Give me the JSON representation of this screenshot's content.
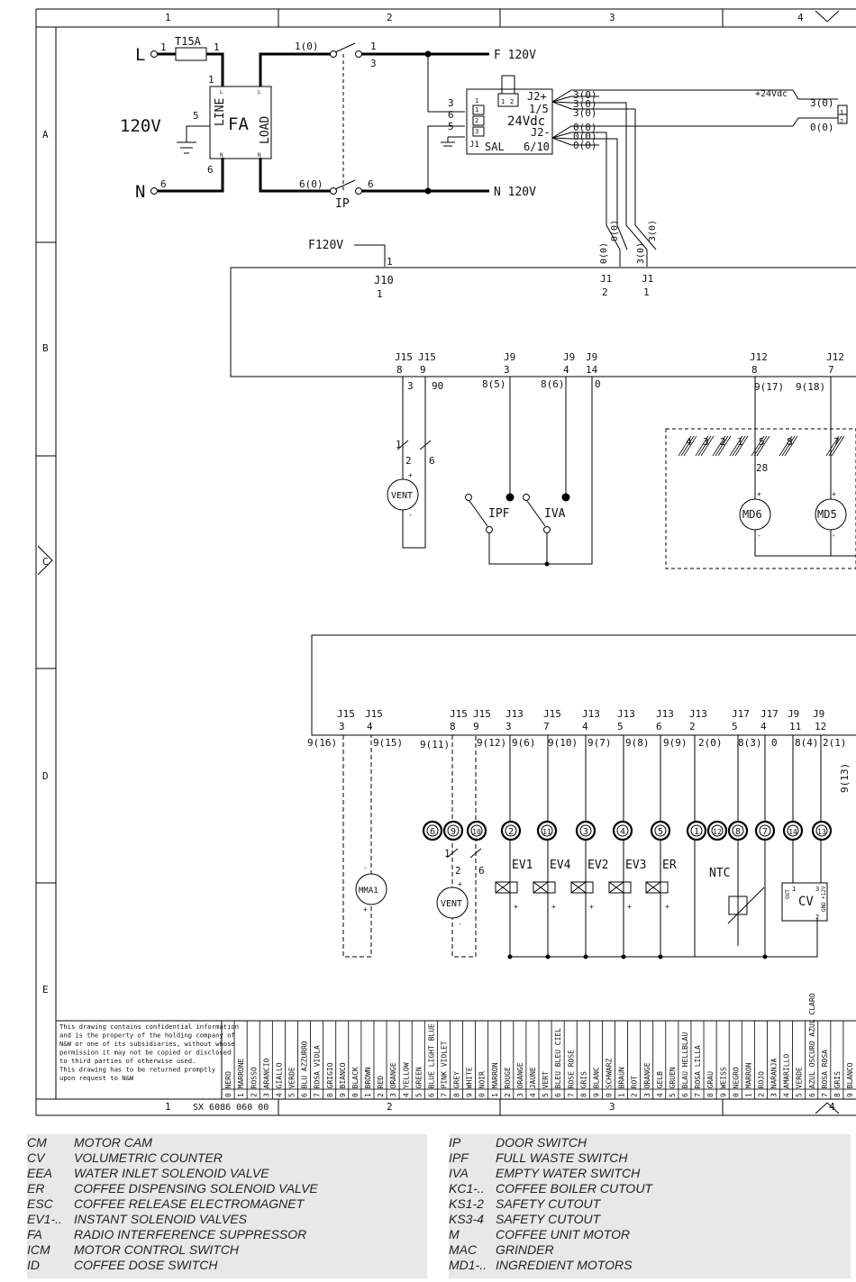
{
  "sheet": {
    "columns": [
      "1",
      "2",
      "3",
      "4"
    ],
    "rows": [
      "A",
      "B",
      "C",
      "D",
      "E"
    ],
    "footer_code": "SX 6086 060 00",
    "confidential_lines": [
      "This drawing contains confidential information",
      "and is the property of the holding company of",
      "N&W or one of its subsidiaries, without whose",
      "permission it may not be copied or disclosed",
      "to third parties of otherwise used.",
      "This drawing has to be returned promptly",
      "upon request to N&W"
    ],
    "color_codes": [
      "0 NERO",
      "1 MARRONE",
      "2 ROSSO",
      "3 ARANCIO",
      "4 GIALLO",
      "5 VERDE",
      "6 BLU AZZURRO",
      "7 ROSA VIOLA",
      "8 GRIGIO",
      "9 BIANCO",
      "0 BLACK",
      "1 BROWN",
      "2 RED",
      "3 ORANGE",
      "4 YELLOW",
      "5 GREEN",
      "6 BLUE LIGHT BLUE",
      "7 PINK VIOLET",
      "8 GREY",
      "9 WHITE",
      "0 NOIR",
      "1 MARRON",
      "2 ROUGE",
      "3 ORANGE",
      "4 JAUNE",
      "5 VERT",
      "6 BLEU BLEU CIEL",
      "7 ROSE ROSE",
      "8 GRIS",
      "9 BLANC",
      "0 SCHWARZ",
      "1 BRAUN",
      "2 ROT",
      "3 ORANGE",
      "4 GELB",
      "5 GRUEN",
      "6 BLAU HELLBLAU",
      "7 ROSA LILLA",
      "8 GRAU",
      "9 WEISS",
      "0 NEGRO",
      "1 MARRON",
      "2 ROJO",
      "3 NARANJA",
      "4 AMARILLO",
      "5 VERDE",
      "6 AZUL OSCURO AZUL CLARO",
      "7 ROSA ROSA",
      "8 GRIS",
      "9 BLANCO"
    ]
  },
  "labels": {
    "L": "L",
    "N": "N",
    "fuse": "T15A",
    "volt": "120V",
    "fa": "FA",
    "line": "LINE",
    "load": "LOAD",
    "f120": "F 120V",
    "n120": "N 120V",
    "ip": "IP",
    "f120v": "F120V",
    "j2p": "J2+",
    "j15a": "1/5",
    "vdc": "24Vdc",
    "j2m": "J2-",
    "j610": "6/10",
    "sal": "SAL",
    "j1": "J1",
    "plus24": "+24Vdc",
    "j10": "J10",
    "vent": "VENT",
    "ipf": "IPF",
    "iva": "IVA",
    "md6": "MD6",
    "md5": "MD5",
    "mma1": "MMA1",
    "ev1": "EV1",
    "ev4": "EV4",
    "ev2": "EV2",
    "ev3": "EV3",
    "er": "ER",
    "ntc": "NTC",
    "cv": "CV",
    "cv_out": "OUT",
    "cv_gnd": "GND",
    "cv_12v": "+12V"
  },
  "legend_left": [
    {
      "code": "CM",
      "desc": "MOTOR CAM"
    },
    {
      "code": "CV",
      "desc": "VOLUMETRIC COUNTER"
    },
    {
      "code": "EEA",
      "desc": "WATER INLET SOLENOID VALVE"
    },
    {
      "code": "ER",
      "desc": "COFFEE DISPENSING SOLENOID VALVE"
    },
    {
      "code": "ESC",
      "desc": "COFFEE RELEASE ELECTROMAGNET"
    },
    {
      "code": "EV1-..",
      "desc": "INSTANT SOLENOID VALVES"
    },
    {
      "code": "FA",
      "desc": "RADIO INTERFERENCE SUPPRESSOR"
    },
    {
      "code": "ICM",
      "desc": "MOTOR CONTROL SWITCH"
    },
    {
      "code": "ID",
      "desc": "COFFEE DOSE SWITCH"
    }
  ],
  "legend_right": [
    {
      "code": "IP",
      "desc": "DOOR SWITCH"
    },
    {
      "code": "IPF",
      "desc": "FULL WASTE SWITCH"
    },
    {
      "code": "IVA",
      "desc": "EMPTY WATER SWITCH"
    },
    {
      "code": "KC1-..",
      "desc": "COFFEE BOILER CUTOUT"
    },
    {
      "code": "KS1-2",
      "desc": "SAFETY CUTOUT"
    },
    {
      "code": "KS3-4",
      "desc": "SAFETY CUTOUT"
    },
    {
      "code": "M",
      "desc": "COFFEE UNIT MOTOR"
    },
    {
      "code": "MAC",
      "desc": "GRINDER"
    },
    {
      "code": "MD1-..",
      "desc": "INGREDIENT MOTORS"
    }
  ]
}
